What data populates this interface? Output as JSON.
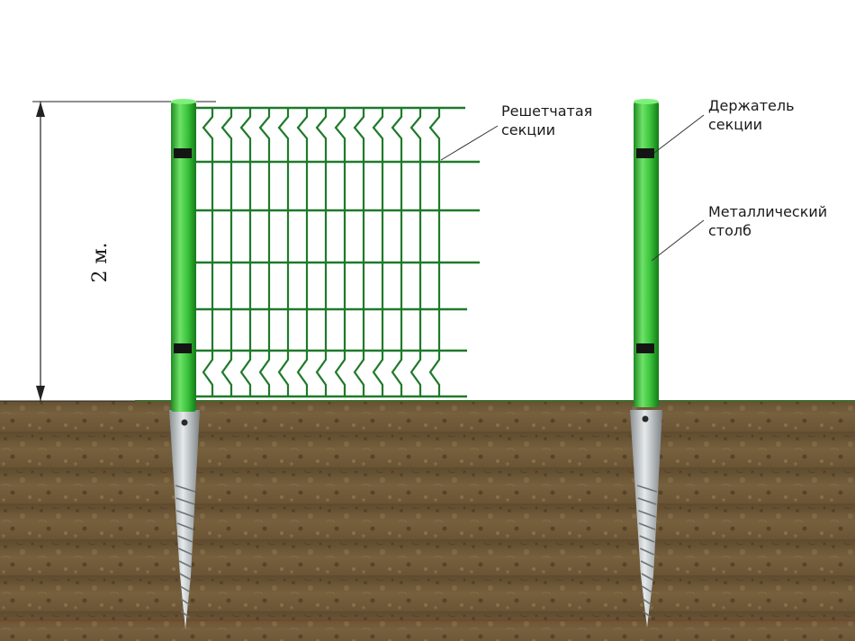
{
  "dimension": {
    "height_label": "2 м."
  },
  "labels": {
    "mesh_section": [
      "Решетчатая",
      "секции"
    ],
    "section_holder": [
      "Держатель",
      "секции"
    ],
    "metal_post": [
      "Металлический",
      "столб"
    ]
  },
  "colors": {
    "post_green": "#3bc43b",
    "mesh_green": "#1f7a2a",
    "soil_brown": "#6e5636",
    "screw_pile_steel": "#b9bec0"
  }
}
